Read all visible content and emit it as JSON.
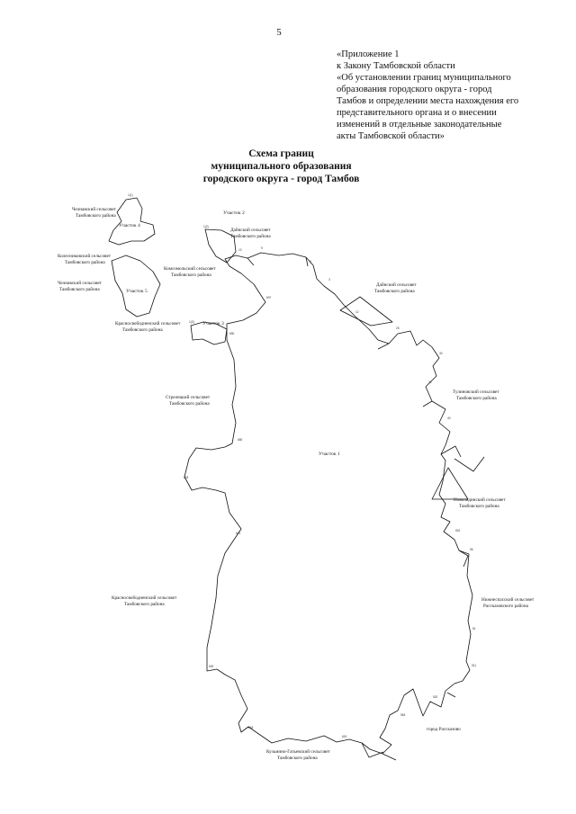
{
  "page_number": "5",
  "annex": {
    "lines": [
      "«Приложение 1",
      "к Закону Тамбовской области",
      "«Об установлении границ муниципального",
      "образования городского округа - город",
      "Тамбов и определении места нахождения его",
      "представительного органа и о внесении",
      "изменений в отдельные законодательные",
      "акты Тамбовской области»"
    ]
  },
  "title": {
    "lines": [
      "Схема границ",
      "муниципального образования",
      "городского округа - город Тамбов"
    ]
  },
  "map": {
    "parcels": [
      "Участок 1",
      "Участок 2",
      "Участок 3",
      "Участок 4",
      "Участок 5"
    ],
    "neighbours": {
      "chelnavsky": [
        "Челнавский сельсовет",
        "Тамбовского района"
      ],
      "dainsky_top": [
        "Дайнский сельсовет",
        "Тамбовского района"
      ],
      "dainsky_right": [
        "Дайнский сельсовет",
        "Тамбовского района"
      ],
      "kolesnikovsky": [
        "Колесниковский сельсовет",
        "Тамбовского района"
      ],
      "komsomolsky": [
        "Комсомольский сельсовет",
        "Тамбовского района"
      ],
      "chelnavsky2": [
        "Челнавский сельсовет",
        "Тамбовского района"
      ],
      "krasnosvobodnensky": [
        "Красносвободненский сельсовет",
        "Тамбовского района"
      ],
      "stroitelny": [
        "Стрелецкий сельсовет",
        "Тамбовского района"
      ],
      "tulinovsky": [
        "Тулиновский сельсовет",
        "Тамбовского района"
      ],
      "novolyadinsky": [
        "Новолядинский сельсовет",
        "Тамбовского района"
      ],
      "krasnosvobodnensky2": [
        "Красносвободненский сельсовет",
        "Тамбовского района"
      ],
      "kuzmino": [
        "Кузьмино-Гатьевский сельсовет",
        "Тамбовского района"
      ],
      "rasskazovo_right": [
        "Нижнеспасский сельсовет",
        "Рассказовского района"
      ],
      "rasskazovo_city": [
        "город Рассказово"
      ]
    }
  }
}
